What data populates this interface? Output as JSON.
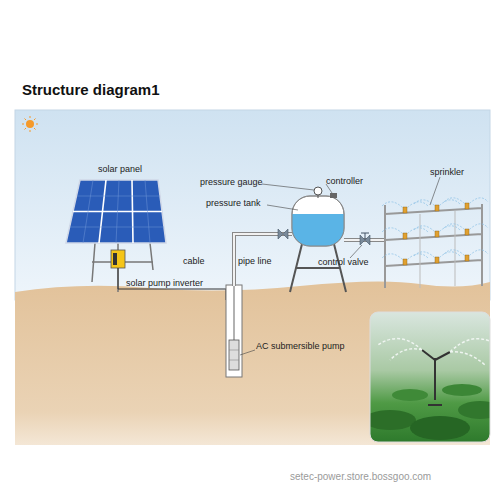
{
  "diagram": {
    "title": "Structure diagram1",
    "labels": [
      "solar panel",
      "pressure gauge",
      "controller",
      "sprinkler",
      "pressure tank",
      "cable",
      "pipe line",
      "control valve",
      "solar pump inverter",
      "AC submersible pump",
      "setec-power.store.bossgoo.com"
    ]
  }
}
